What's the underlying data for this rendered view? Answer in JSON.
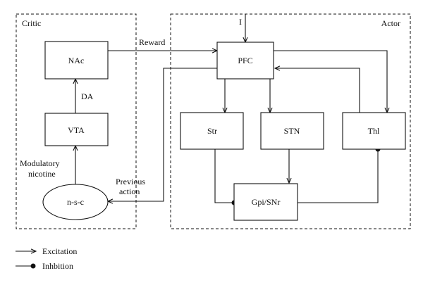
{
  "panels": {
    "critic_label": "Critic",
    "actor_label": "Actor"
  },
  "nodes": {
    "nac": "NAc",
    "vta": "VTA",
    "nsc": "n-s-c",
    "pfc": "PFC",
    "str": "Str",
    "stn": "STN",
    "thl": "Thl",
    "gpi": "Gpi/SNr"
  },
  "edge_labels": {
    "input": "I",
    "reward": "Reward",
    "da": "DA",
    "modulatory_line1": "Modulatory",
    "modulatory_line2": "nicotine",
    "previous_line1": "Previous",
    "previous_line2": "action"
  },
  "legend": {
    "excitation": "Excitation",
    "inhibition": "Inhbition"
  }
}
